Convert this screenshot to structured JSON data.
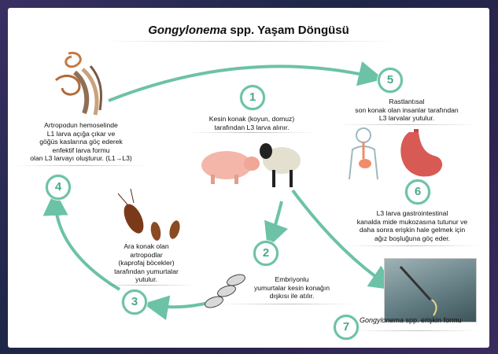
{
  "title_italic": "Gongylonema",
  "title_rest": " spp. Yaşam Döngüsü",
  "steps": [
    {
      "n": "1",
      "text": "Kesin konak (koyun, domuz)\ntarafından L3 larva alınır."
    },
    {
      "n": "2",
      "text": "Embriyonlu\nyumurtalar kesin konağın\ndışkısı ile atılır."
    },
    {
      "n": "3",
      "text": "Ara konak olan\nartropodlar\n(kaprofaj böcekler)\ntarafından yumurtalar\nyutulur."
    },
    {
      "n": "4",
      "text": "Artropodun hemoselinde\nL1 larva açığa çıkar ve\ngöğüs kaslarına göç ederek\nenfektif larva formu\nolan L3 larvayı oluşturur. (L1→L3)"
    },
    {
      "n": "5",
      "text": "Rastlantısal\nson konak olan insanlar tarafından\nL3 larvalar yutulur."
    },
    {
      "n": "6",
      "text": "L3 larva gastrointestinal\nkanalda mide mukozasına tutunur ve\ndaha sonra erişkin hale gelmek için\nağız boşluğuna göç eder."
    },
    {
      "n": "7",
      "text_italic": "Gongylonema",
      "text_rest": " spp. erişkin formu"
    }
  ],
  "colors": {
    "arrow": "#6cc2a6",
    "ring": "#6cc2a6",
    "number": "#4aa98a"
  }
}
